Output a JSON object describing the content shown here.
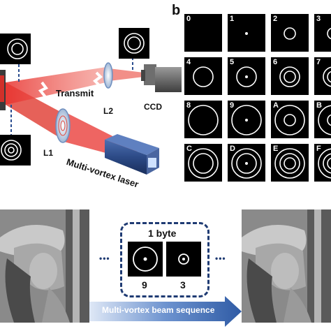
{
  "panel_label": "b",
  "setup": {
    "transmit_label": "Transmit",
    "lens1_label": "L1",
    "lens2_label": "L2",
    "camera_label": "CCD",
    "laser_label": "Multi-vortex laser"
  },
  "modes": [
    {
      "code": "0",
      "rings": [],
      "dot": false
    },
    {
      "code": "1",
      "rings": [],
      "dot": true
    },
    {
      "code": "2",
      "rings": [
        8
      ],
      "dot": false
    },
    {
      "code": "3",
      "rings": [
        8
      ],
      "dot": true
    },
    {
      "code": "4",
      "rings": [
        14
      ],
      "dot": false
    },
    {
      "code": "5",
      "rings": [
        14
      ],
      "dot": true
    },
    {
      "code": "6",
      "rings": [
        14,
        8
      ],
      "dot": false
    },
    {
      "code": "7",
      "rings": [
        14,
        8
      ],
      "dot": true
    },
    {
      "code": "8",
      "rings": [
        21
      ],
      "dot": false
    },
    {
      "code": "9",
      "rings": [
        21
      ],
      "dot": true
    },
    {
      "code": "A",
      "rings": [
        21,
        8
      ],
      "dot": false
    },
    {
      "code": "B",
      "rings": [
        21,
        8
      ],
      "dot": true
    },
    {
      "code": "C",
      "rings": [
        21,
        14
      ],
      "dot": false
    },
    {
      "code": "D",
      "rings": [
        21,
        14
      ],
      "dot": true
    },
    {
      "code": "E",
      "rings": [
        21,
        14,
        8
      ],
      "dot": false
    },
    {
      "code": "F",
      "rings": [
        21,
        14,
        8
      ],
      "dot": true
    }
  ],
  "byte_box": {
    "title": "1 byte",
    "left_digit": "9",
    "right_digit": "3",
    "ellipsis_left": "•••",
    "ellipsis_right": "•••"
  },
  "arrow_label": "Multi-vortex beam sequence",
  "colors": {
    "laser_beam": "#e8322e",
    "arrow_fill": "#4a78c0",
    "box_border": "#1f3b73",
    "laser_body": "#2c4a86"
  }
}
